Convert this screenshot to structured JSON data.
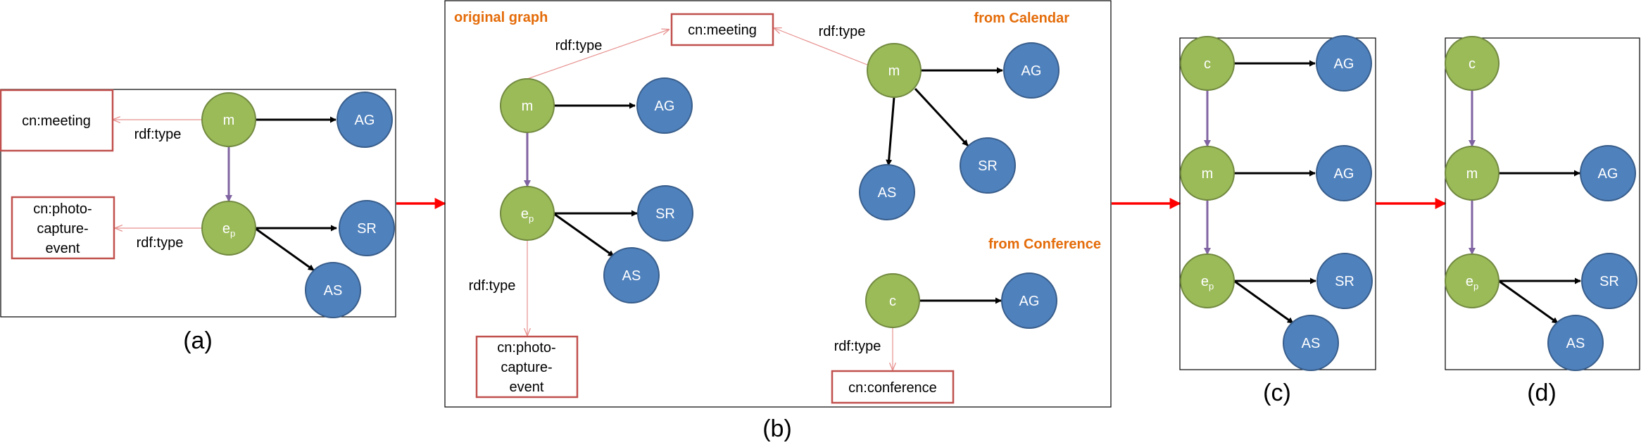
{
  "nodes": {
    "m": "m",
    "ep_base": "e",
    "ep_sub": "p",
    "c": "c",
    "AG": "AG",
    "SR": "SR",
    "AS": "AS"
  },
  "boxes": {
    "meeting": "cn:meeting",
    "photo_line1": "cn:photo-",
    "photo_line2": "capture-",
    "photo_line3": "event",
    "conference": "cn:conference"
  },
  "edge_label": "rdf:type",
  "panel_b_labels": {
    "original": "original graph",
    "calendar": "from Calendar",
    "conference": "from Conference"
  },
  "captions": {
    "a": "(a)",
    "b": "(b)",
    "c": "(c)",
    "d": "(d)"
  },
  "colors": {
    "green_fill": "#9bbb59",
    "green_stroke": "#71893f",
    "blue_fill": "#4f81bd",
    "blue_stroke": "#385d8a",
    "box_stroke": "#c0504d",
    "type_edge": "#e6918f",
    "purple_edge": "#8064a2",
    "transition_arrow": "#ff0000",
    "orange_label": "#e46c0a"
  }
}
